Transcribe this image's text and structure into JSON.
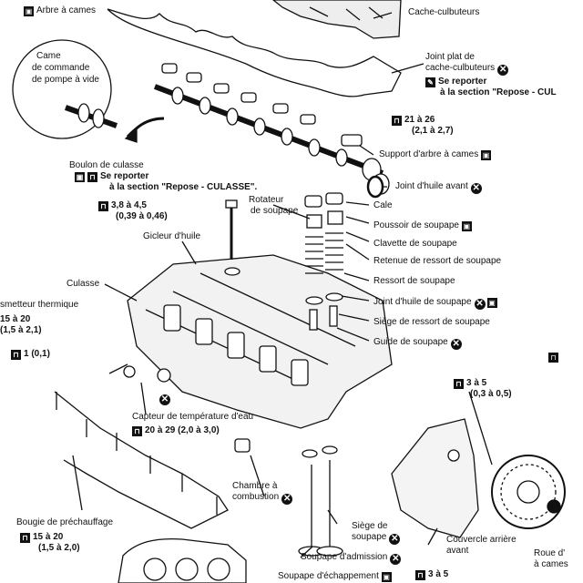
{
  "labels": {
    "arbre_a_cames": "Arbre à cames",
    "cache_culbuteurs": "Cache-culbuteurs",
    "joint_plat_1": "Joint plat de",
    "joint_plat_2": "cache-culbuteurs",
    "se_reporter_1": "Se reporter",
    "se_reporter_1b": "à la section \"Repose - CUL",
    "came_1": "Came",
    "came_2": "de commande",
    "came_3": "de pompe à vide",
    "torque_support_1": "21 à 26",
    "torque_support_2": "(2,1 à 2,7)",
    "support_arbre": "Support d'arbre à cames",
    "boulon_culasse": "Boulon de culasse",
    "se_reporter_2": "Se reporter",
    "se_reporter_2b": "à la section \"Repose - CULASSE\".",
    "joint_huile_avant": "Joint d'huile avant",
    "cale": "Cale",
    "torque_gicleur_1": "3,8 à 4,5",
    "torque_gicleur_2": "(0,39 à 0,46)",
    "rotateur_1": "Rotateur",
    "rotateur_2": "de soupape",
    "poussoir": "Poussoir de soupape",
    "gicleur": "Gicleur d'huile",
    "clavette": "Clavette de soupape",
    "retenue": "Retenue de ressort de soupape",
    "culasse": "Culasse",
    "ressort": "Ressort de soupape",
    "transmetteur": "smetteur thermique",
    "torque_transmetteur_1": "15 à 20",
    "torque_transmetteur_2": "(1,5 à 2,1)",
    "joint_huile_soupape": "Joint d'huile de soupape",
    "siege_ressort": "Siège de ressort de soupape",
    "guide": "Guide de soupape",
    "torque_small": "1 (0,1)",
    "torque_cover_1": "3 à 5",
    "torque_cover_2": "(0,3 à 0,5)",
    "capteur": "Capteur de température d'eau",
    "torque_capteur": "20 à 29  (2,0 à 3,0)",
    "chambre_1": "Chambre à",
    "chambre_2": "combustion",
    "bougie": "Bougie de préchauffage",
    "torque_bougie_1": "15 à 20",
    "torque_bougie_2": "(1,5 à 2,0)",
    "siege_soupape_1": "Siège de",
    "siege_soupape_2": "soupape",
    "couvercle_1": "Couvercle arrière",
    "couvercle_2": "avant",
    "soupape_admission": "Soupape d'admission",
    "soupape_echappement": "Soupape d'échappement",
    "torque_bottom": "3 à 5",
    "roue_1": "Roue d'",
    "roue_2": "à cames"
  }
}
